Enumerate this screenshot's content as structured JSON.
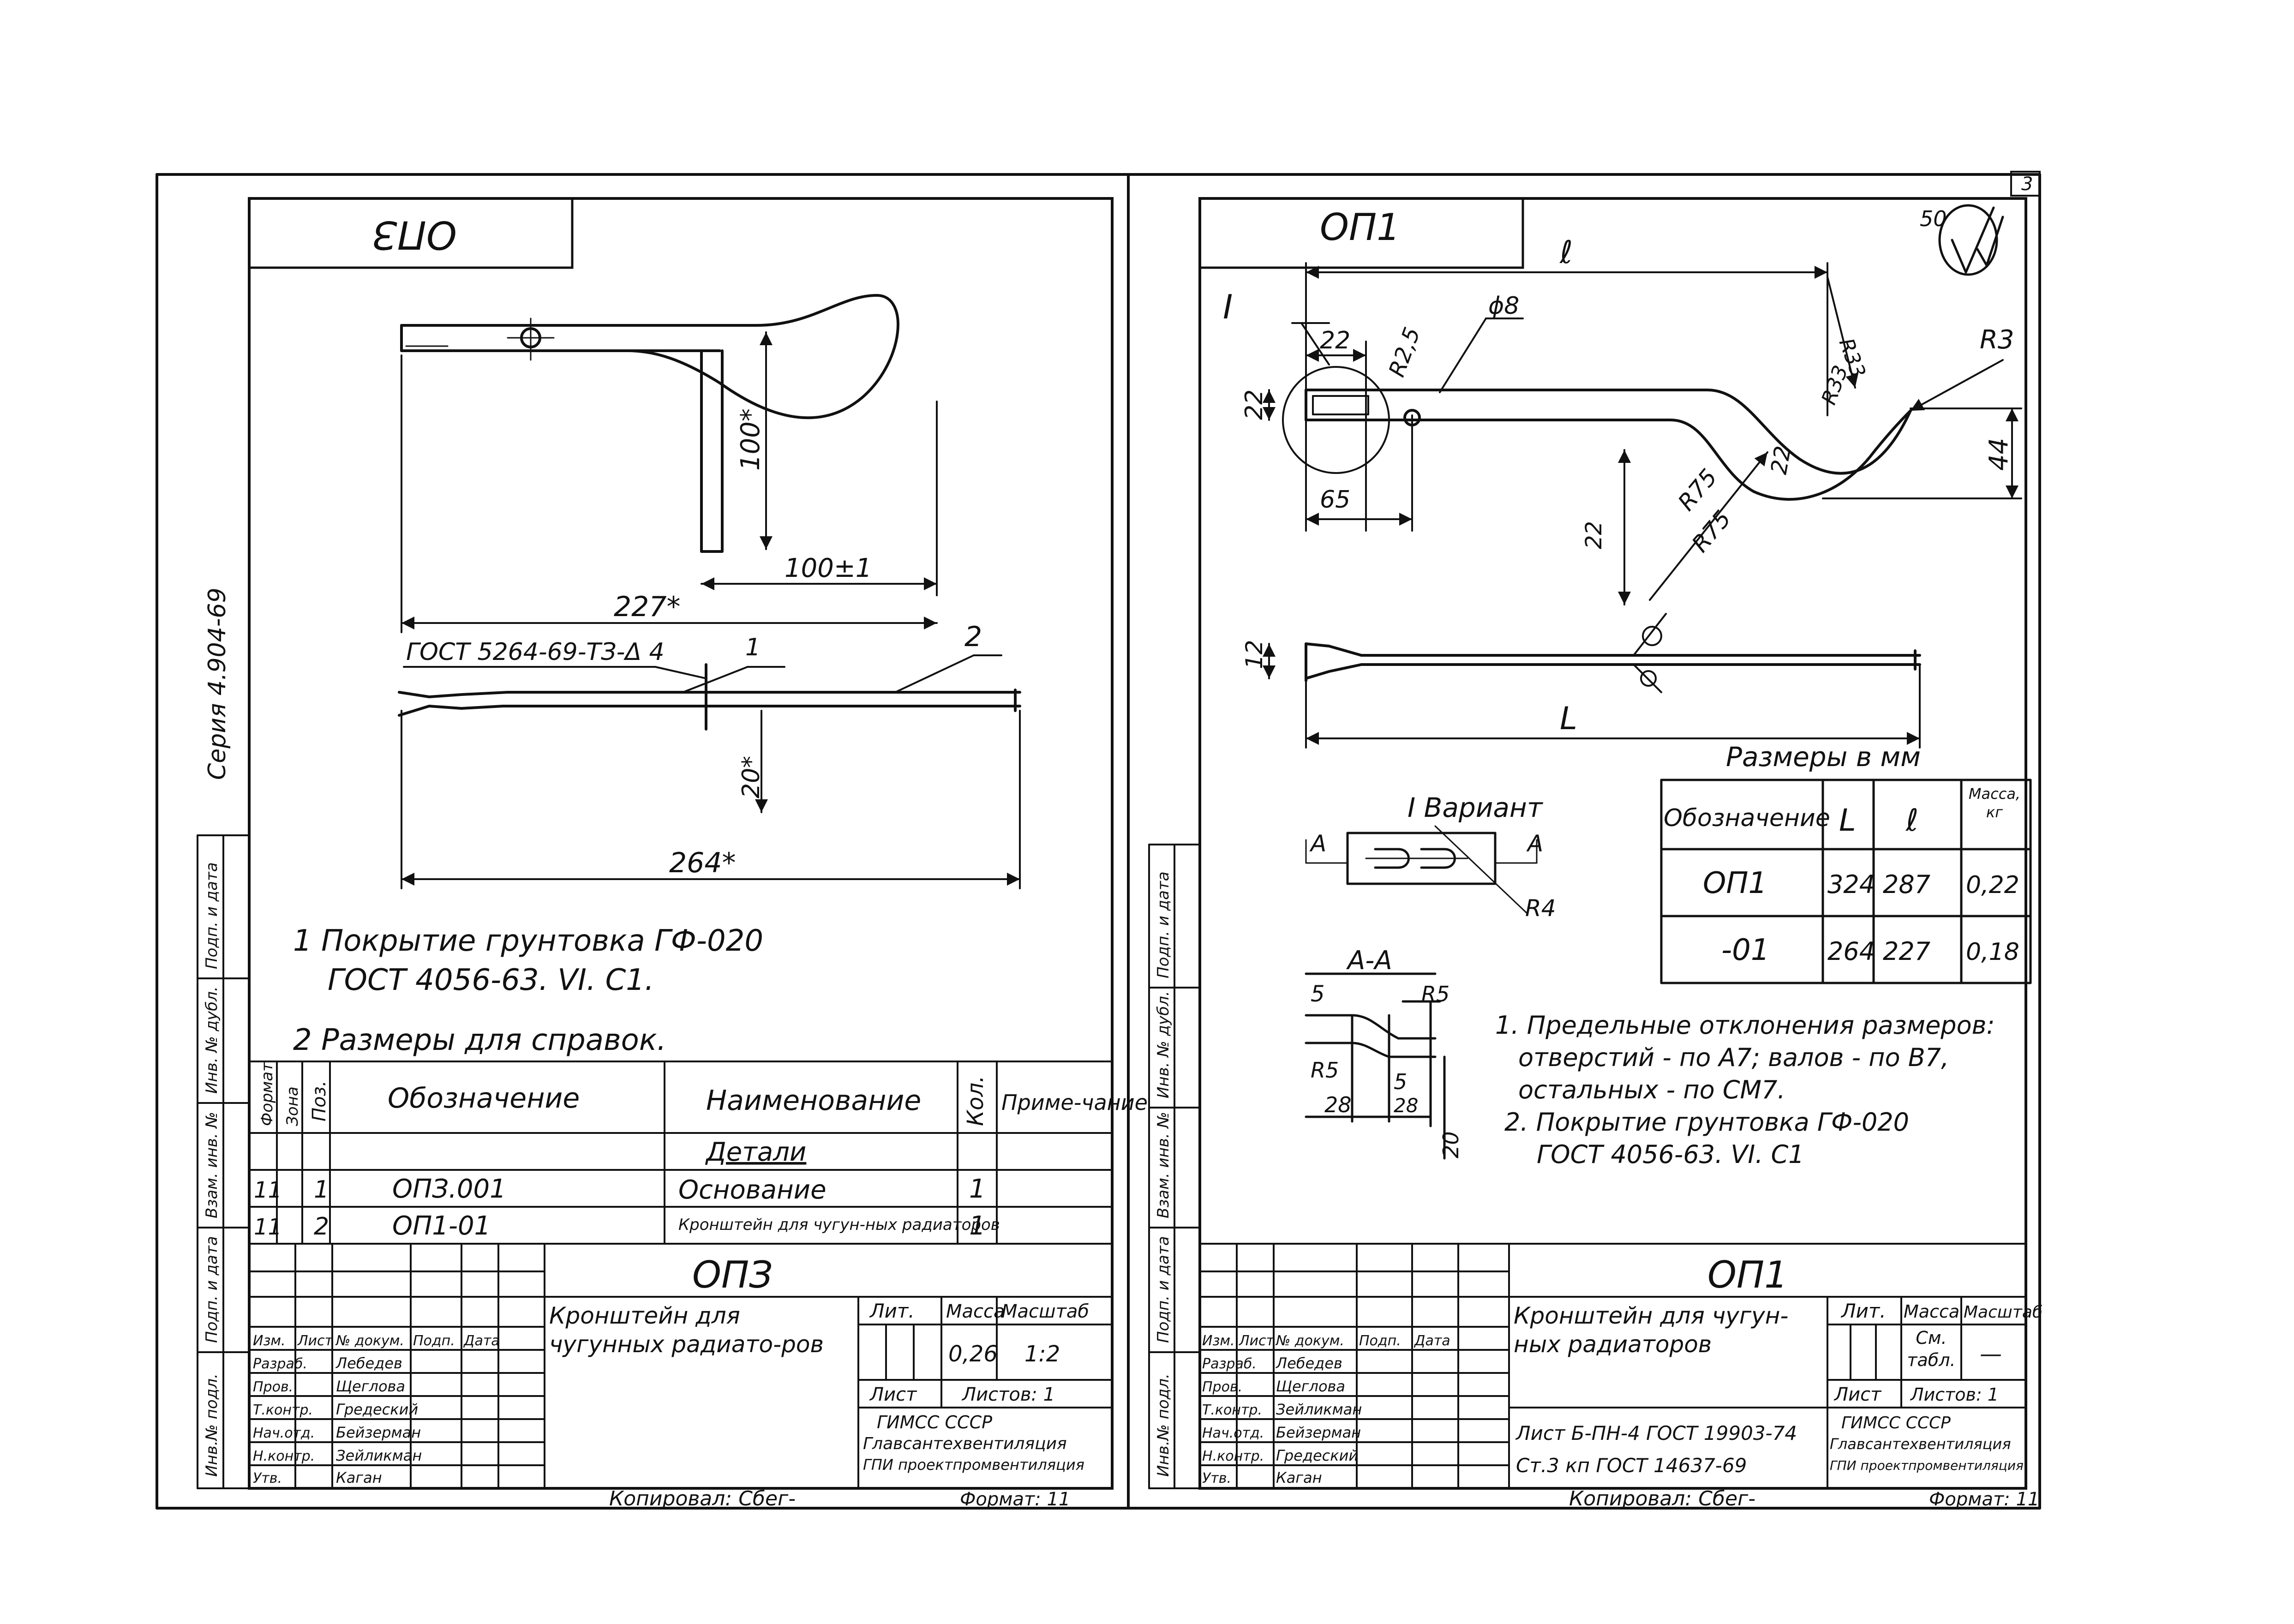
{
  "sheet_number": "3",
  "series_vertical": "Серия 4.904-69",
  "left": {
    "stamp": "ОПЗ",
    "dims": {
      "d227": "227*",
      "d100h": "100*",
      "d100w": "100±1",
      "d264": "264*",
      "d20": "20*"
    },
    "weld_note": "ГОСТ 5264-69-ТЗ-Δ 4",
    "callout_1": "1",
    "callout_2": "2",
    "notes": [
      "1  Покрытие  грунтовка  ГФ-020",
      "ГОСТ  4056-63. VI. С1.",
      "2   Размеры  для  справок."
    ],
    "spec": {
      "headers": [
        "Формат",
        "Зона",
        "Поз.",
        "Обозначение",
        "Наименование",
        "Кол.",
        "Приме-чание"
      ],
      "section": "Детали",
      "rows": [
        {
          "fmt": "11",
          "pos": "1",
          "designation": "ОПЗ.001",
          "name": "Основание",
          "qty": "1"
        },
        {
          "fmt": "11",
          "pos": "2",
          "designation": "ОП1-01",
          "name": "Кронштейн для чугун-ных радиаторов",
          "qty": "1"
        }
      ]
    },
    "title_block": {
      "code": "ОПЗ",
      "name": "Кронштейн  для чугунных  радиато-ров",
      "lit_label": "Лит.",
      "mass_label": "Масса",
      "scale_label": "Масштаб",
      "mass": "0,26",
      "scale": "1:2",
      "sheet_label": "Лист",
      "sheets_label": "Листов: 1",
      "org": [
        "ГИМСС    СССР",
        "Главсантехвентиляция",
        "ГПИ проектпромвентиляция"
      ],
      "staff_rows": [
        [
          "Изм.",
          "Лист",
          "№ докум.",
          "Подп.",
          "Дата"
        ],
        [
          "Разраб.",
          "Лебедев"
        ],
        [
          "Пров.",
          "Щеглова"
        ],
        [
          "Т.контр.",
          "Гредеский"
        ],
        [
          "Нач.отд.",
          "Бейзерман"
        ],
        [
          "Н.контр.",
          "Зейликман"
        ],
        [
          "Утв.",
          "Каган"
        ]
      ]
    },
    "copy_label": "Копировал: Сбег-",
    "format_label": "Формат: 11"
  },
  "right": {
    "stamp": "ОП1",
    "roughness": "50",
    "dims": {
      "l": "ℓ",
      "d22a": "22",
      "r25": "R2,5",
      "phi8": "ϕ8",
      "r33": "R33",
      "r3": "R3",
      "d22b": "22",
      "d65": "65",
      "r33b": "R33",
      "r75a": "R75",
      "r75b": "R75",
      "d22c": "22",
      "d22d": "22",
      "d44": "44",
      "d12": "12",
      "L": "L"
    },
    "view_I": "I",
    "variant_label": "I  Вариант",
    "section_A": "А",
    "section_AA": "А-А",
    "r4": "R4",
    "aa_dims": [
      "5",
      "R5",
      "R5",
      "28",
      "5",
      "28",
      "20"
    ],
    "size_caption": "Размеры  в   мм",
    "size_table": {
      "headers": [
        "Обозначение",
        "L",
        "ℓ",
        "Масса, кг"
      ],
      "rows": [
        [
          "ОП1",
          "324",
          "287",
          "0,22"
        ],
        [
          "-01",
          "264",
          "227",
          "0,18"
        ]
      ]
    },
    "notes": [
      "1. Предельные  отклонения  размеров:",
      "отверстий - по А7;  валов - по В7,",
      "остальных - по СМ7.",
      "2. Покрытие  грунтовка   ГФ-020",
      "ГОСТ  4056-63. VI. С1"
    ],
    "title_block": {
      "code": "ОП1",
      "name": "Кронштейн для чугун-ных  радиаторов",
      "lit_label": "Лит.",
      "mass_label": "Масса",
      "scale_label": "Масштаб",
      "mass": "См. табл.",
      "scale": "—",
      "sheet_label": "Лист",
      "sheets_label": "Листов: 1",
      "material": [
        "Лист Б-ПН-4  ГОСТ 19903-74",
        "Ст.3 кп ГОСТ 14637-69"
      ],
      "org": [
        "ГИМСС   СССР",
        "Главсантехвентиляция",
        "ГПИ проектпромвентиляция"
      ],
      "staff_rows": [
        [
          "Изм.",
          "Лист",
          "№ докум.",
          "Подп.",
          "Дата"
        ],
        [
          "Разраб.",
          "Лебедев"
        ],
        [
          "Пров.",
          "Щеглова"
        ],
        [
          "Т.контр.",
          "Зейликман"
        ],
        [
          "Нач.отд.",
          "Бейзерман"
        ],
        [
          "Н.контр.",
          "Гредеский"
        ],
        [
          "Утв.",
          "Каган"
        ]
      ]
    },
    "copy_label": "Копировал: Сбег-",
    "format_label": "Формат: 11"
  },
  "side_strip_labels": [
    "Инв.№ подл.",
    "Подп. и дата",
    "Взам. инв. №",
    "Инв. № дубл.",
    "Подп. и дата"
  ]
}
